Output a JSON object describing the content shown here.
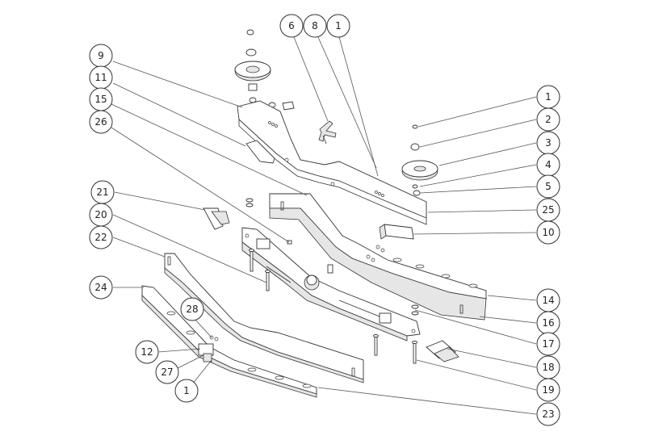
{
  "callouts": [
    {
      "label": "9"
    },
    {
      "label": "11"
    },
    {
      "label": "15"
    },
    {
      "label": "26"
    },
    {
      "label": "6"
    },
    {
      "label": "8"
    },
    {
      "label": "1"
    },
    {
      "label": "1"
    },
    {
      "label": "2"
    },
    {
      "label": "3"
    },
    {
      "label": "4"
    },
    {
      "label": "5"
    },
    {
      "label": "25"
    },
    {
      "label": "10"
    },
    {
      "label": "14"
    },
    {
      "label": "16"
    },
    {
      "label": "17"
    },
    {
      "label": "18"
    },
    {
      "label": "19"
    },
    {
      "label": "23"
    },
    {
      "label": "21"
    },
    {
      "label": "20"
    },
    {
      "label": "22"
    },
    {
      "label": "24"
    },
    {
      "label": "28"
    },
    {
      "label": "12"
    },
    {
      "label": "27"
    },
    {
      "label": "1"
    }
  ]
}
